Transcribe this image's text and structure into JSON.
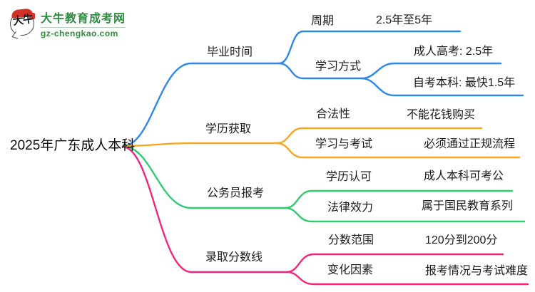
{
  "logo": {
    "mark_glyph": "大牛",
    "title": "大牛教育成考网",
    "url": "gz-chengkao.com",
    "brand_green": "#2f8b3e",
    "brand_red": "#d23127"
  },
  "root": {
    "label": "2025年广东成人本科"
  },
  "colors": {
    "blue": "#2e87e9",
    "orange": "#f5a623",
    "green": "#2ecc71",
    "pink": "#f1267d",
    "text": "#1c1c1c"
  },
  "branches": [
    {
      "label": "毕业时间",
      "color": "#2e87e9",
      "children": [
        {
          "label": "周期",
          "value": "2.5年至5年"
        },
        {
          "label": "学习方式",
          "children": [
            {
              "value": "成人高考: 2.5年"
            },
            {
              "value": "自考本科: 最快1.5年"
            }
          ]
        }
      ]
    },
    {
      "label": "学历获取",
      "color": "#f5a623",
      "children": [
        {
          "label": "合法性",
          "value": "不能花钱购买"
        },
        {
          "label": "学习与考试",
          "value": "必须通过正规流程"
        }
      ]
    },
    {
      "label": "公务员报考",
      "color": "#2ecc71",
      "children": [
        {
          "label": "学历认可",
          "value": "成人本科可考公"
        },
        {
          "label": "法律效力",
          "value": "属于国民教育系列"
        }
      ]
    },
    {
      "label": "录取分数线",
      "color": "#f1267d",
      "children": [
        {
          "label": "分数范围",
          "value": "120分到200分"
        },
        {
          "label": "变化因素",
          "value": "报考情况与考试难度"
        }
      ]
    }
  ]
}
